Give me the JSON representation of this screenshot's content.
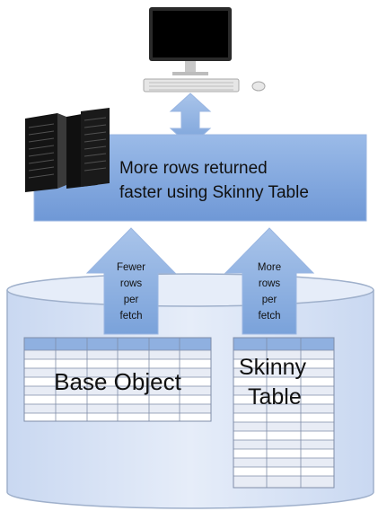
{
  "colors": {
    "accent_blue": "#7ea5dc",
    "box_border": "#9ab6e2",
    "cylinder_fill": "#d8e3f6",
    "cylinder_stroke": "#9fb0cb",
    "table_header": "#8fb0e0",
    "table_row_light": "#ffffff",
    "table_row_shade": "#e8ecf5",
    "grid_line": "#7f8da8",
    "text": "#111111"
  },
  "icons": [
    "desktop-computer-icon",
    "server-rack-icon",
    "double-arrow-icon",
    "up-arrow-icon",
    "database-cylinder-icon"
  ],
  "server_box": {
    "line1": "More rows returned",
    "line2": "faster using Skinny Table"
  },
  "arrows": {
    "left": {
      "lines": [
        "Fewer",
        "rows",
        "per",
        "fetch"
      ]
    },
    "right": {
      "lines": [
        "More",
        "rows",
        "per",
        "fetch"
      ]
    }
  },
  "tables": {
    "base": {
      "label": "Base Object"
    },
    "skinny": {
      "line1": "Skinny",
      "line2": "Table"
    }
  }
}
